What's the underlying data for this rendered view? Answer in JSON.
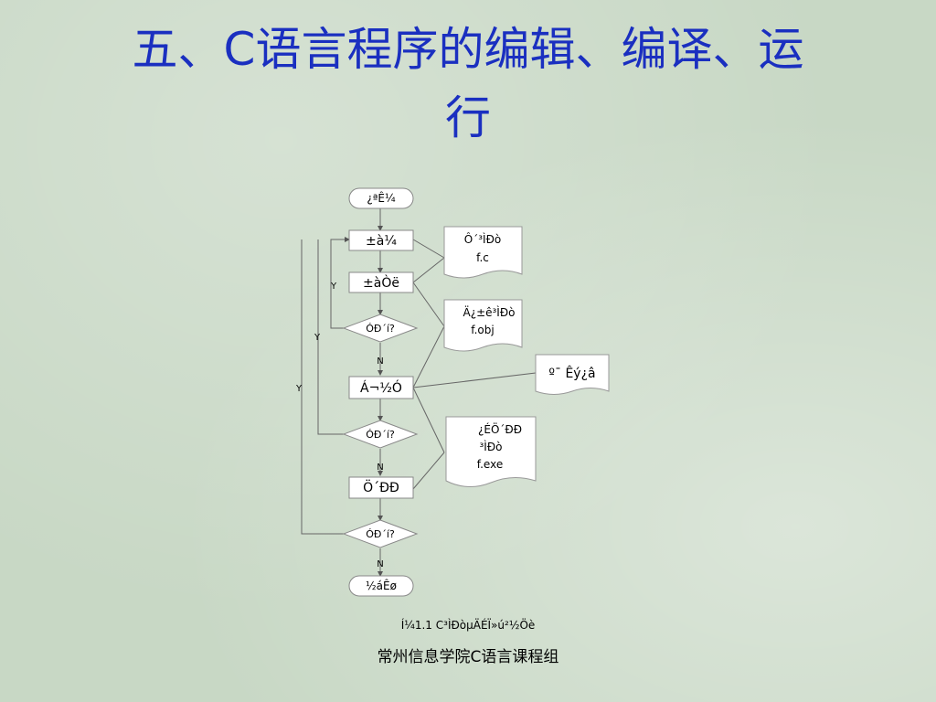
{
  "title": {
    "line1": "五、C语言程序的编辑、编译、运",
    "line2": "行"
  },
  "flowchart": {
    "start": "¿ªÊ¼",
    "edit": "±à¼­",
    "compile": "±àÒë",
    "decision1": "ÓÐ´í?",
    "link": "Á¬½Ó",
    "decision2": "ÓÐ´í?",
    "run": "Ö´ÐÐ",
    "decision3": "ÓÐ´í?",
    "end": "½áÊø",
    "yes": "Y",
    "no": "N",
    "doc_source_l1": "Ô´³ÌÐò",
    "doc_source_l2": "f.c",
    "doc_obj_l1": "Ä¿±ê³ÌÐò",
    "doc_obj_l2": "f.obj",
    "doc_lib": "º¯ Êý¿â",
    "doc_exe_l1": "¿ÉÖ´ÐÐ",
    "doc_exe_l2": "³ÌÐò",
    "doc_exe_l3": "f.exe"
  },
  "figure_caption": "Í¼1.1 C³ÌÐòµÄÉÏ»ú²½Öè",
  "footer": "常州信息学院C语言课程组"
}
